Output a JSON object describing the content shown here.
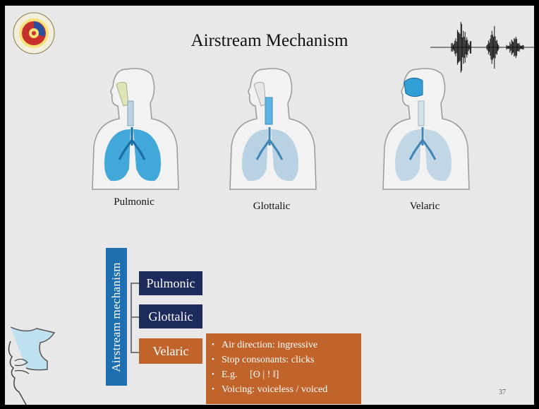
{
  "slide": {
    "title": "Airstream Mechanism",
    "page_number": "37"
  },
  "figures": [
    {
      "label": "Pulmonic"
    },
    {
      "label": "Glottalic"
    },
    {
      "label": "Velaric"
    }
  ],
  "diagram": {
    "root": "Airstream mechanism",
    "branches": [
      "Pulmonic",
      "Glottalic",
      "Velaric"
    ],
    "details": [
      "Air direction: ingressive",
      "Stop consonants: clicks",
      "E.g.     [ʘ | ! ǁ]",
      "Voicing: voiceless / voiced"
    ]
  },
  "colors": {
    "navy": "#1c2a5c",
    "orange": "#c1642b",
    "blue_bar": "#1e6fb0",
    "lung_blue": "#2f9fd6"
  }
}
